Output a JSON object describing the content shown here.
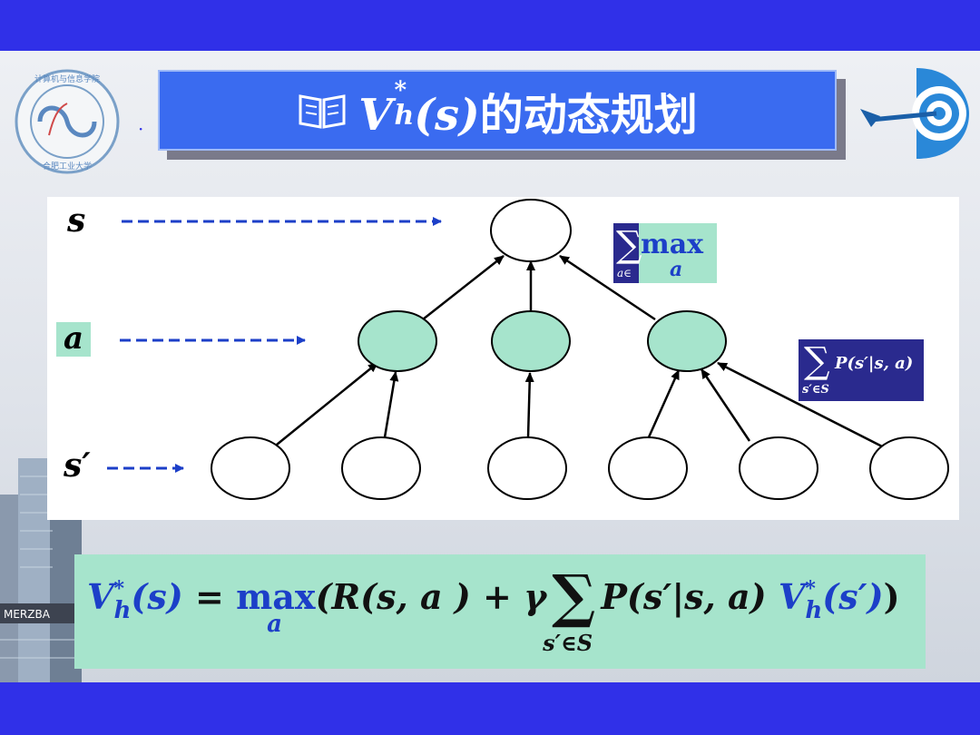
{
  "slide": {
    "title_symbol": "V",
    "title_sup": "*",
    "title_sub": "h",
    "title_arg": "(s)",
    "title_text": "的动态规划",
    "logo_text_top": "计算机与信息学院",
    "logo_text_bottom": "合肥工业大学",
    "building_sign": "MERZBA"
  },
  "diagram": {
    "labels": {
      "s": "s",
      "a": "a",
      "s_prime": "s′"
    },
    "sum_max_box": {
      "sum_sub": "a∈",
      "max": "max",
      "max_sub": "a"
    },
    "sum_p_box": {
      "expr": "P(s′|s, a)",
      "sum_sub": "s′∈S"
    }
  },
  "formula": {
    "lhs_V": "V",
    "lhs_sup": "*",
    "lhs_sub": "h",
    "lhs_arg": "(s)",
    "eq": " = ",
    "max": "max",
    "max_sub": "a",
    "part1": "(R(s, a ) + γ",
    "sum_sub": "s′∈S",
    "part2": "P(s′|s, a) ",
    "rhs_V": "V",
    "rhs_sup": "*",
    "rhs_sub": "h",
    "rhs_arg": "(s′)",
    "close": ")"
  },
  "colors": {
    "band": "#3030e8",
    "title_bg": "#3a6bf0",
    "node_fill": "#a6e4cc",
    "arrow_blue": "#1c3fc8",
    "formula_bg": "#a6e4cc",
    "sum_box_bg": "#2a2a8e"
  }
}
